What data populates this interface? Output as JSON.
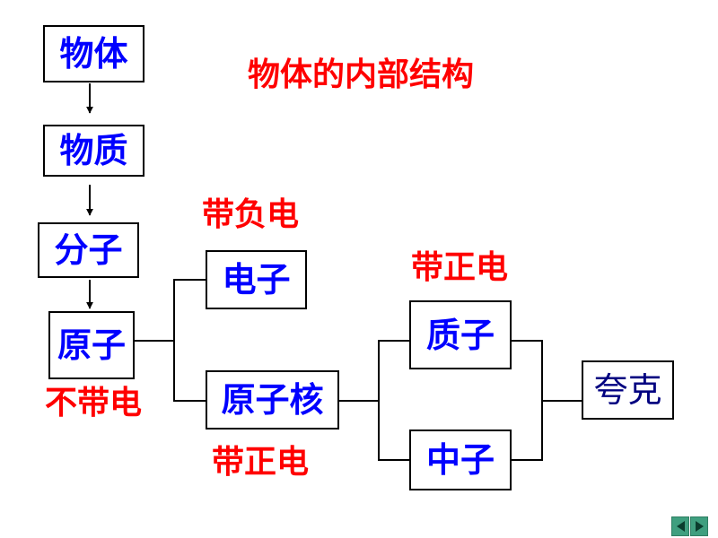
{
  "title": "物体的内部结构",
  "nodes": {
    "object": "物体",
    "matter": "物质",
    "molecule": "分子",
    "atom": "原子",
    "electron": "电子",
    "nucleus": "原子核",
    "proton": "质子",
    "neutron": "中子",
    "quark": "夸克"
  },
  "charges": {
    "electron": "带负电",
    "atom": "不带电",
    "proton": "带正电",
    "nucleus": "带正电"
  },
  "colors": {
    "title": "#ff0000",
    "node_text": "#0000ff",
    "quark_text": "#000080",
    "charge_text": "#ff0000",
    "nav_bg": "#3f9f7f",
    "nav_arrow": "#0b3d2e"
  },
  "nav": {
    "prev_icon": "triangle-left-icon",
    "next_icon": "triangle-right-icon"
  }
}
